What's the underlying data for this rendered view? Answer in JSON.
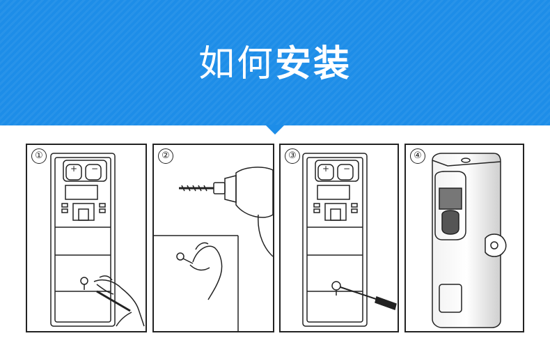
{
  "banner": {
    "title_light": "如何",
    "title_bold": "安装",
    "background_color": "#1d8de8"
  },
  "steps": [
    {
      "number": "①",
      "illustration": "dispenser-back-mount-hand-icon"
    },
    {
      "number": "②",
      "illustration": "drill-and-screw-icon"
    },
    {
      "number": "③",
      "illustration": "dispenser-screwdriver-icon"
    },
    {
      "number": "④",
      "illustration": "dispenser-assembled-icon"
    }
  ]
}
